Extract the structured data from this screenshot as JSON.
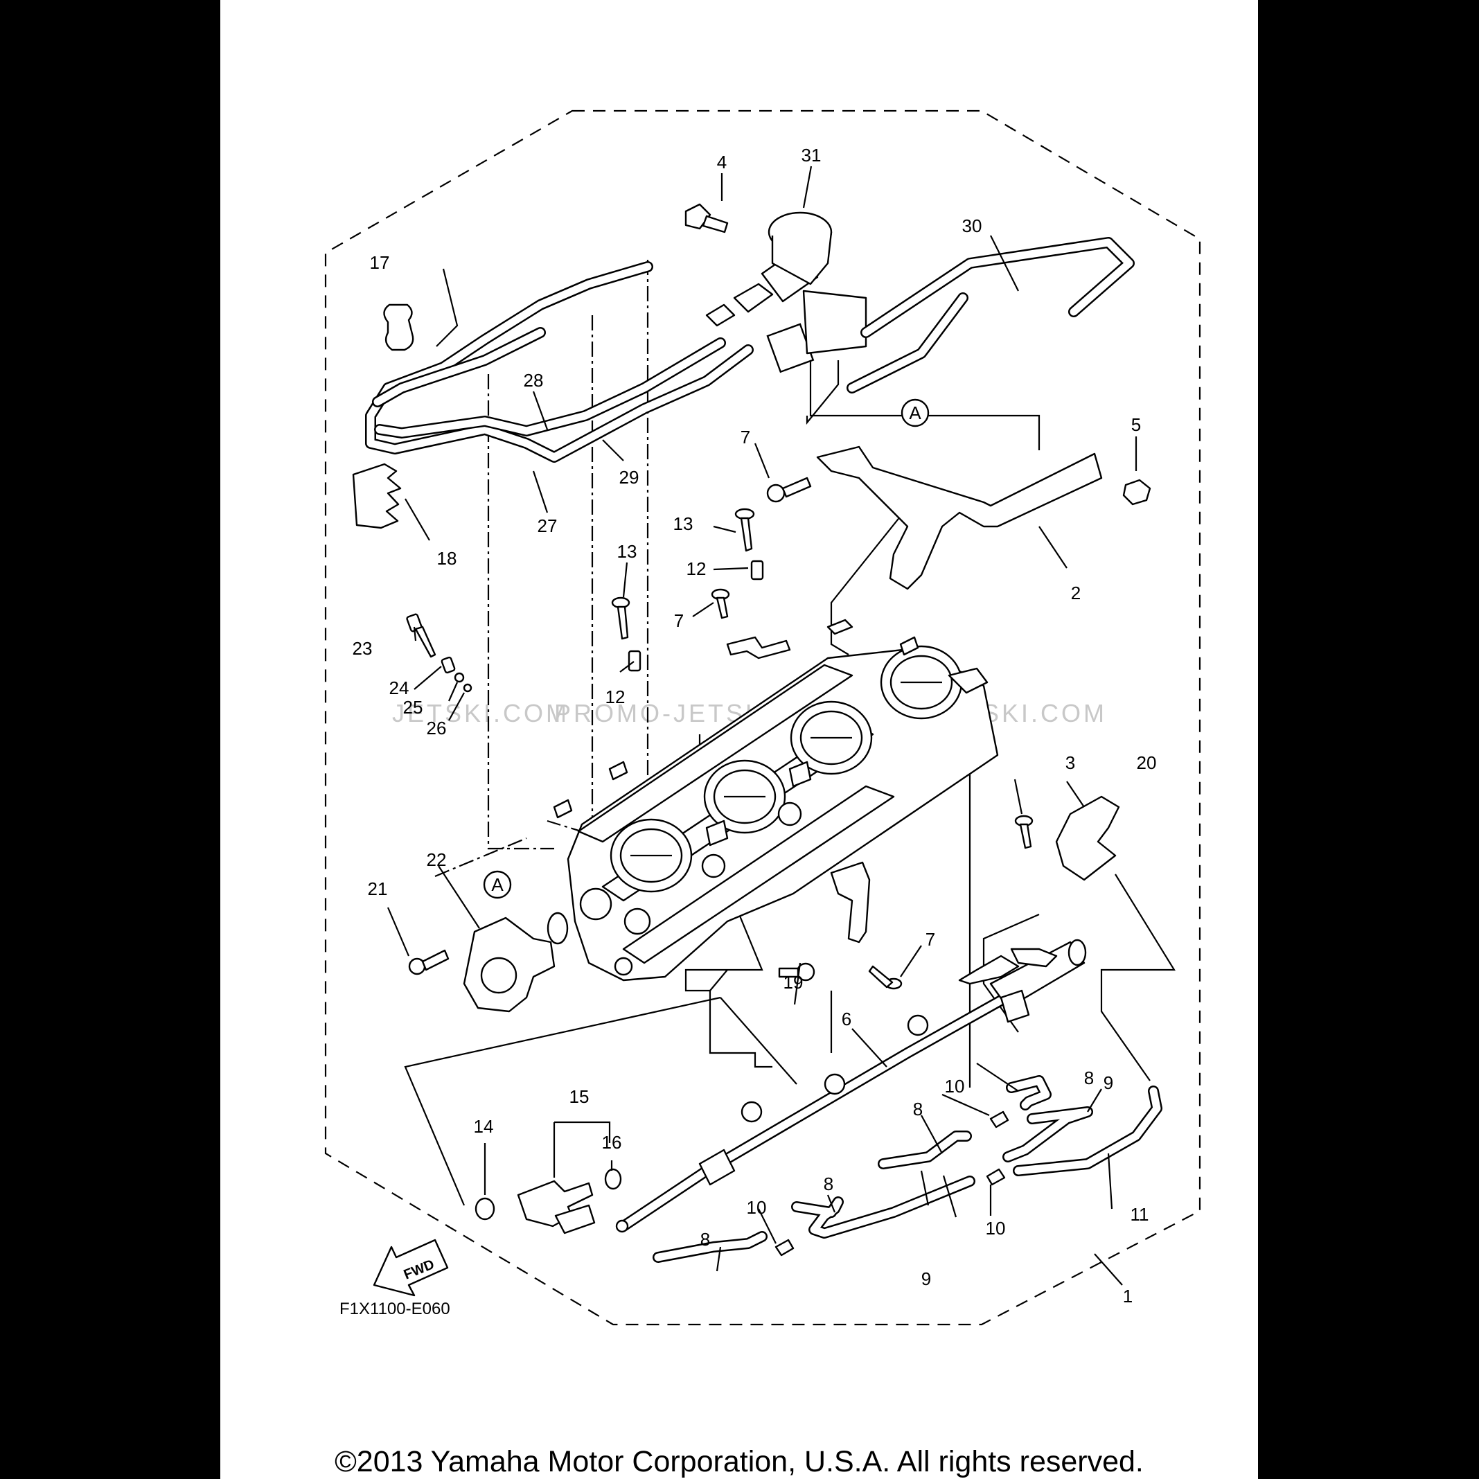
{
  "diagram": {
    "figure_code": "F1X1100-E060",
    "fwd_label": "FWD",
    "ref_marker": "A",
    "watermark": [
      "JETSKI.COM",
      "PROMO-JETSKI.COM",
      "PROMO-JETSKI.COM"
    ],
    "callouts": {
      "c1": "1",
      "c2": "2",
      "c3": "3",
      "c4": "4",
      "c5": "5",
      "c6": "6",
      "c7a": "7",
      "c7b": "7",
      "c7c": "7",
      "c8a": "8",
      "c8b": "8",
      "c8c": "8",
      "c8d": "8",
      "c9a": "9",
      "c9b": "9",
      "c10a": "10",
      "c10b": "10",
      "c10c": "10",
      "c11": "11",
      "c12a": "12",
      "c12b": "12",
      "c13a": "13",
      "c13b": "13",
      "c14": "14",
      "c15": "15",
      "c16": "16",
      "c17": "17",
      "c18": "18",
      "c19": "19",
      "c20": "20",
      "c21": "21",
      "c22": "22",
      "c23": "23",
      "c24": "24",
      "c25": "25",
      "c26": "26",
      "c27": "27",
      "c28": "28",
      "c29": "29",
      "c30": "30",
      "c31": "31"
    }
  },
  "copyright": "©2013 Yamaha Motor Corporation, U.S.A. All rights reserved."
}
